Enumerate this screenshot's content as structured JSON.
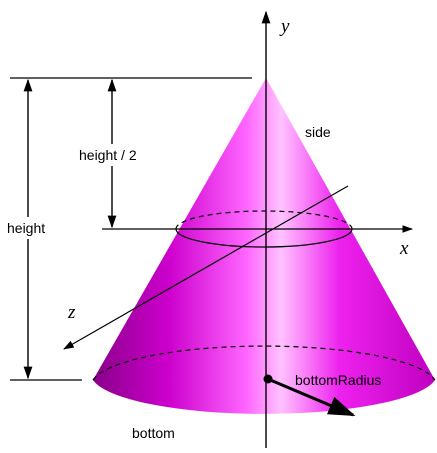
{
  "labels": {
    "y_axis": "y",
    "x_axis": "x",
    "z_axis": "z",
    "side": "side",
    "half_height": "height / 2",
    "height": "height",
    "bottom_radius": "bottomRadius",
    "bottom": "bottom"
  },
  "colors": {
    "cone_dark": "#8a008a",
    "cone_main": "#e600e6",
    "cone_light": "#ffc2ff",
    "line": "#000000",
    "background": "#ffffff"
  }
}
